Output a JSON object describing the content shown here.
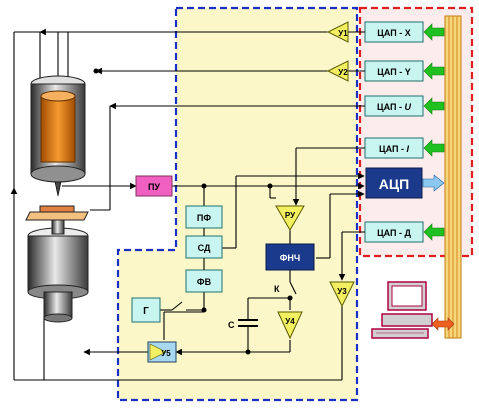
{
  "blocks": {
    "dac_x": "ЦАП - X",
    "dac_y": "ЦАП - Y",
    "dac_u": "ЦАП - ",
    "dac_u_var": "U",
    "dac_i": "ЦАП - ",
    "dac_i_var": "I",
    "dac_d": "ЦАП - Д",
    "adc": "АЦП",
    "pu": "ПУ",
    "pf": "ПФ",
    "sd": "СД",
    "fv": "ФВ",
    "g": "Г",
    "fnch": "ФНЧ"
  },
  "amps": {
    "u1": "У1",
    "u2": "У2",
    "u3": "У3",
    "u4": "У4",
    "u5": "У5",
    "ru": "РУ"
  },
  "labels": {
    "switch_k": "К",
    "capacitor_c": "С"
  },
  "colors": {
    "control_region_fill": "#fbf7c8",
    "control_region_border": "#1a2fc4",
    "interface_border": "#e02020",
    "interface_fill": "#fdecec",
    "block_fill": "#c8f5f0",
    "amp_fill": "#f2f060",
    "adc_fill": "#1c3a8c",
    "pu_fill": "#f060c0",
    "arrow_green": "#20c020",
    "bus_fill": "#f7d77a",
    "piezo_fill": "#e07a10"
  }
}
